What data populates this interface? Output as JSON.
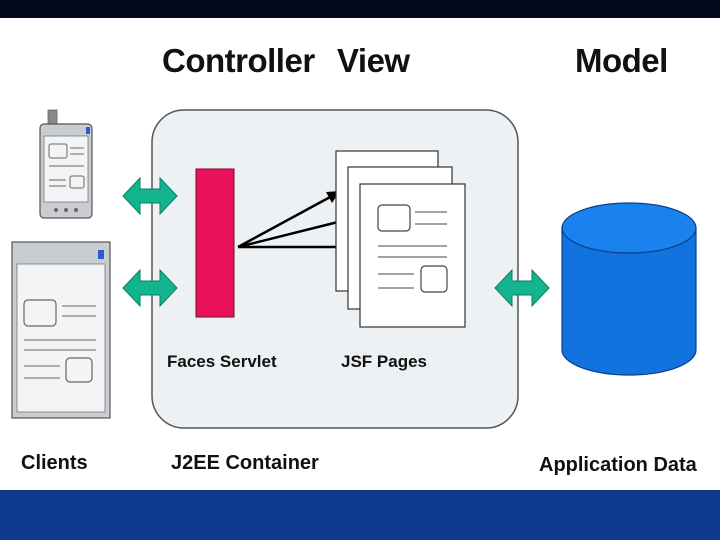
{
  "headings": {
    "controller": "Controller",
    "view": "View",
    "model": "Model"
  },
  "labels": {
    "clients": "Clients",
    "container": "J2EE Container",
    "faces_servlet": "Faces Servlet",
    "jsf_pages": "JSF Pages",
    "application_data": "Application Data"
  },
  "colors": {
    "top_bar": "#020a1e",
    "bottom_bar": "#103a8e",
    "container_fill": "#eef1f3",
    "servlet": "#e8115a",
    "arrow_teal": "#12b58e",
    "database": "#1273e0"
  },
  "icons": [
    "pda-icon",
    "desktop-client-icon",
    "jsf-page-icon",
    "database-icon"
  ]
}
